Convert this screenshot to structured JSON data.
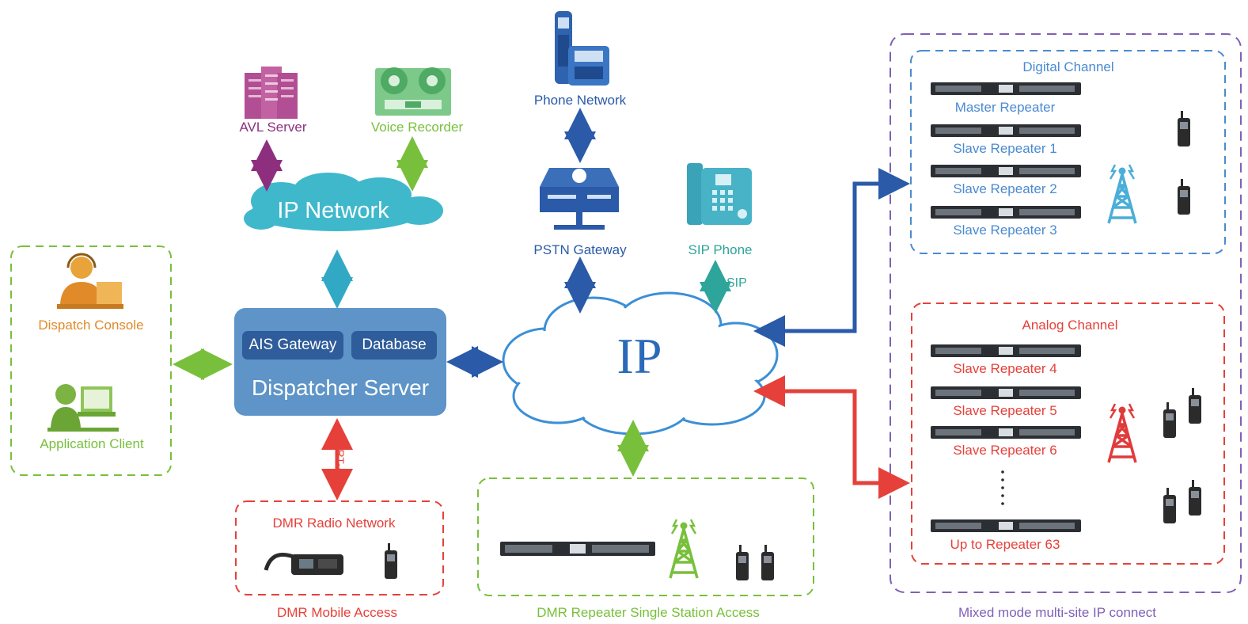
{
  "colors": {
    "blue": "#2a5aa8",
    "teal": "#32a9c4",
    "green": "#78c03c",
    "red": "#e5413a",
    "purple": "#8d2f7e",
    "orange": "#e08a2a",
    "light_blue": "#4a8ad0",
    "dark_blue": "#223f8a",
    "violet": "#8060b8"
  },
  "nodes": {
    "avl_server": "AVL Server",
    "voice_recorder": "Voice Recorder",
    "ip_network": "IP Network",
    "phone_network": "Phone Network",
    "pstn_gateway": "PSTN Gateway",
    "sip_phone": "SIP Phone",
    "sip_link": "SIP",
    "ip_cloud": "IP",
    "dispatch_console": "Dispatch Console",
    "application_client": "Application Client",
    "ais_gateway": "AIS Gateway",
    "database": "Database",
    "dispatcher_server": "Dispatcher Server",
    "uart_api": "UART-API"
  },
  "groups": {
    "dmr_radio": {
      "title": "DMR Radio Network",
      "caption": "DMR Mobile Access"
    },
    "dmr_repeater": {
      "caption": "DMR Repeater Single Station Access"
    },
    "digital_channel": {
      "title": "Digital Channel",
      "repeaters": [
        "Master Repeater",
        "Slave Repeater 1",
        "Slave Repeater 2",
        "Slave Repeater 3"
      ]
    },
    "analog_channel": {
      "title": "Analog Channel",
      "repeaters": [
        "Slave Repeater 4",
        "Slave Repeater 5",
        "Slave Repeater 6",
        "Up to Repeater 63"
      ]
    },
    "multi_site": {
      "caption": "Mixed mode multi-site IP connect"
    }
  },
  "icons": [
    "headset-operator-icon",
    "computer-user-icon",
    "server-rack-icon",
    "tape-recorder-icon",
    "cordless-phone-icon",
    "pstn-gateway-icon",
    "desk-phone-icon",
    "repeater-unit-icon",
    "radio-tower-icon",
    "handheld-radio-icon",
    "mobile-radio-icon"
  ]
}
